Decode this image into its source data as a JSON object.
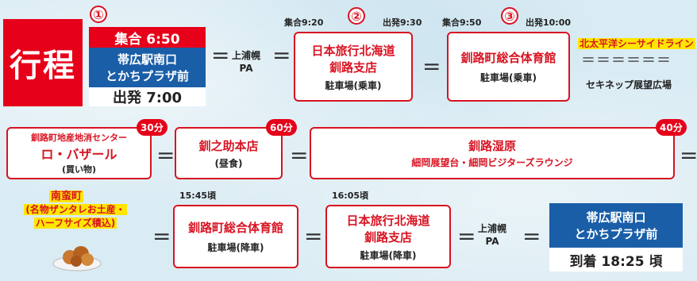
{
  "title": "行程",
  "stops": {
    "n1": "①",
    "n2": "②",
    "n3": "③",
    "meet1": "集合 6:50",
    "obihiro_line1": "帯広駅南口",
    "obihiro_line2": "とかちプラザ前",
    "depart1": "出発 7:00",
    "kamiurahoro": "上浦幌",
    "pa": "PA",
    "meet2": "集合9:20",
    "depart2": "出発9:30",
    "nittabi_line1": "日本旅行北海道",
    "nittabi_line2": "釧路支店",
    "parking_board": "駐車場(乗車)",
    "meet3": "集合9:50",
    "depart3": "出発10:00",
    "gym": "釧路町総合体育館",
    "pacific": "北太平洋シーサイドライン",
    "seki": "セキネップ展望広場",
    "market_sub": "釧路町地産地消センター",
    "market_name": "ロ・バザール",
    "market_note": "(買い物)",
    "badge30": "30分",
    "badge60": "60分",
    "badge40": "40分",
    "lunch_name": "釧之助本店",
    "lunch_note": "(昼食)",
    "marsh_name": "釧路湿原",
    "marsh_sub": "細岡展望台・細岡ビジターズラウンジ",
    "nanbanmachi": "南蛮町",
    "souvenir1": "(名物ザンタレお土産・",
    "souvenir2": "ハーフサイズ積込)",
    "time1545": "15:45頃",
    "time1605": "16:05頃",
    "parking_alight": "駐車場(降車)",
    "arrival": "到着 18:25 頃"
  }
}
